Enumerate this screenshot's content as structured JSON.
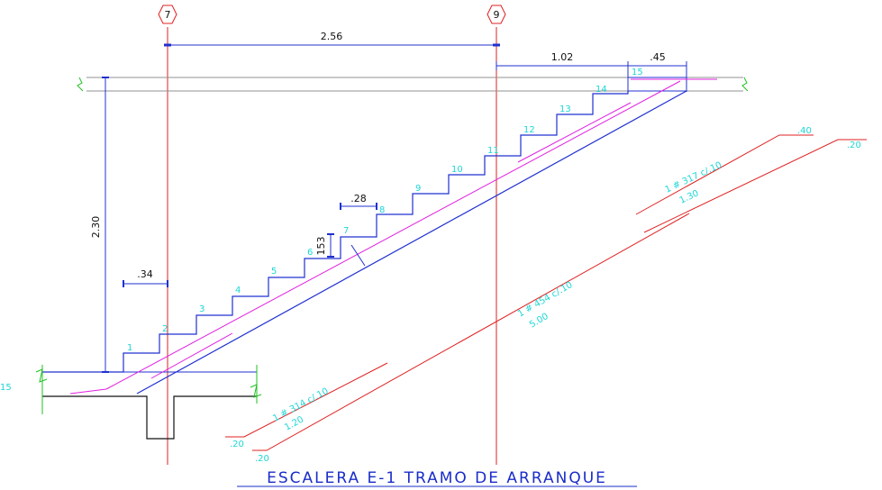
{
  "colors": {
    "grid_line": "#e02020",
    "stair_outline": "#2030d0",
    "dimension": "#2030d0",
    "rebar_magenta": "#e020e0",
    "rebar_label": "#1fd6d6",
    "rebar_leader": "#e02020",
    "slab_line": "#909090",
    "break_mark": "#20c020",
    "title": "#1a2cc9"
  },
  "grid": {
    "left_axis": "7",
    "right_axis": "9"
  },
  "dimensions": {
    "axis_spacing": "2.56",
    "landing_length": "1.02",
    "landing_end": ".45",
    "total_height": "2.30",
    "first_tread_offset": ".34",
    "tread": ".28",
    "riser": "153"
  },
  "step_numbers": [
    "1",
    "2",
    "3",
    "4",
    "5",
    "6",
    "7",
    "8",
    "9",
    "10",
    "11",
    "12",
    "13",
    "14",
    "15"
  ],
  "rebar": {
    "top": {
      "label": "1 # 317 c/.10",
      "length": "1.30",
      "hook_top": ".40",
      "hook_end": ".20"
    },
    "main": {
      "label": "1 # 454 c/.10",
      "length": "5.00",
      "hook": ".20"
    },
    "bottom": {
      "label": "1 # 314 c/.10",
      "length": "1.20",
      "hook": ".20"
    }
  },
  "left_edge_label": "15",
  "title": "ESCALERA E-1 TRAMO DE ARRANQUE"
}
